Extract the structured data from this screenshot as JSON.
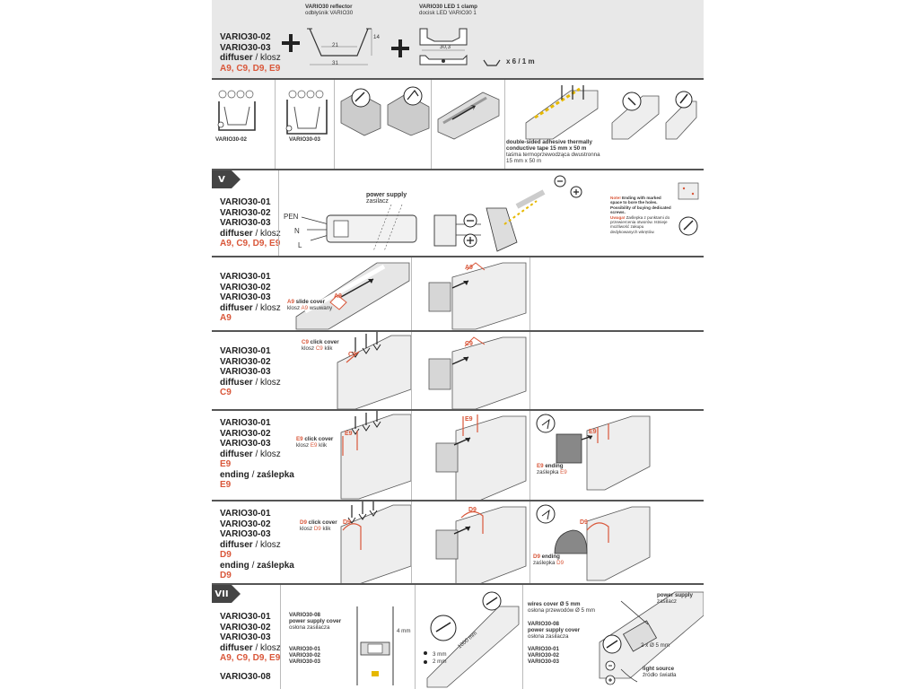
{
  "header": {
    "labels": [
      "VARIO30-02",
      "VARIO30-03"
    ],
    "diffuser": "diffuser",
    "sep": "/",
    "klosz": "klosz",
    "variants": "A9, C9, D9, E9",
    "reflector_title": "VARIO30 reflector",
    "reflector_sub": "odbłyśnik VARIO30",
    "clamp_title": "VARIO30 LED 1 clamp",
    "clamp_sub": "docisk LED VARIO30 1",
    "qty": "x 6 / 1 m",
    "dim_21": "21",
    "dim_31": "31",
    "dim_14": "14",
    "dim_303": "30,3"
  },
  "step_tape": {
    "profile_a": "VARIO30-02",
    "profile_b": "VARIO30-03",
    "tape_title": "double-sided adhesive thermally conductive tape 15 mm x 50 m",
    "tape_line1": "double-sided adhesive thermally",
    "tape_line2": "conductive tape 15 mm x 50 m",
    "tape_pl1": "taśma termoprzewodząca dwustronna",
    "tape_pl2": "15 mm x 50 m"
  },
  "step_v": {
    "roman": "V",
    "labels": [
      "VARIO30-01",
      "VARIO30-02",
      "VARIO30-03"
    ],
    "diffuser": "diffuser",
    "klosz": "klosz",
    "variants": "A9, C9, D9, E9",
    "ps_title": "power supply",
    "ps_sub": "zasilacz",
    "pen": "PEN",
    "n": "N",
    "l": "L",
    "note_title": "Note!",
    "note_text": "Ending with marked space to bore the holes. Possibility of buying dedicated screws.",
    "uwaga": "Uwaga!",
    "uwaga_text": "Zaślepka z punktami do przewiercenia otworów. Istnieje możliwość zakupu dedykowanych wkrętów."
  },
  "step_a9": {
    "labels": [
      "VARIO30-01",
      "VARIO30-02",
      "VARIO30-03"
    ],
    "diffuser": "diffuser",
    "klosz": "klosz",
    "code": "A9",
    "cover_title": "slide cover",
    "cover_pl": "klosz",
    "cover_pl2": "wsuwany"
  },
  "step_c9": {
    "labels": [
      "VARIO30-01",
      "VARIO30-02",
      "VARIO30-03"
    ],
    "diffuser": "diffuser",
    "klosz": "klosz",
    "code": "C9",
    "cover_title": "click cover",
    "cover_pl": "klosz",
    "cover_pl2": "klik"
  },
  "step_e9": {
    "labels": [
      "VARIO30-01",
      "VARIO30-02",
      "VARIO30-03"
    ],
    "diffuser": "diffuser",
    "klosz": "klosz",
    "code": "E9",
    "ending": "ending",
    "zaslepka": "zaślepka",
    "cover_title": "click cover",
    "cover_pl": "klosz",
    "cover_pl2": "klik",
    "end_title": "ending",
    "end_pl": "zaślepka"
  },
  "step_d9": {
    "labels": [
      "VARIO30-01",
      "VARIO30-02",
      "VARIO30-03"
    ],
    "diffuser": "diffuser",
    "klosz": "klosz",
    "code": "D9",
    "ending": "ending",
    "zaslepka": "zaślepka",
    "cover_title": "click cover",
    "cover_pl": "klosz",
    "cover_pl2": "klik",
    "end_title": "ending",
    "end_pl": "zaślepka"
  },
  "step_vii": {
    "roman": "VII",
    "labels": [
      "VARIO30-01",
      "VARIO30-02",
      "VARIO30-03"
    ],
    "diffuser": "diffuser",
    "klosz": "klosz",
    "variants": "A9, C9, D9, E9",
    "label_bottom": "VARIO30-08",
    "ps_cover_code": "VARIO30-08",
    "ps_cover_title": "power supply cover",
    "ps_cover_pl": "osłona zasilacza",
    "profiles": [
      "VARIO30-01",
      "VARIO30-02",
      "VARIO30-03"
    ],
    "dim_4mm": "4 mm",
    "dim_1000": "1000 mm",
    "dim_3mm": "3 mm",
    "dim_2mm": "2 mm",
    "wires_title": "wires cover Ø 5 mm",
    "wires_pl": "osłona przewodów Ø 5 mm",
    "ps_title": "power supply",
    "ps_pl": "zasilacz",
    "holes": "2 x Ø 5 mm",
    "light_title": "light source",
    "light_pl": "źródło światła"
  },
  "colors": {
    "accent": "#d9573a",
    "line": "#555555",
    "shade": "#e8e8e8"
  }
}
